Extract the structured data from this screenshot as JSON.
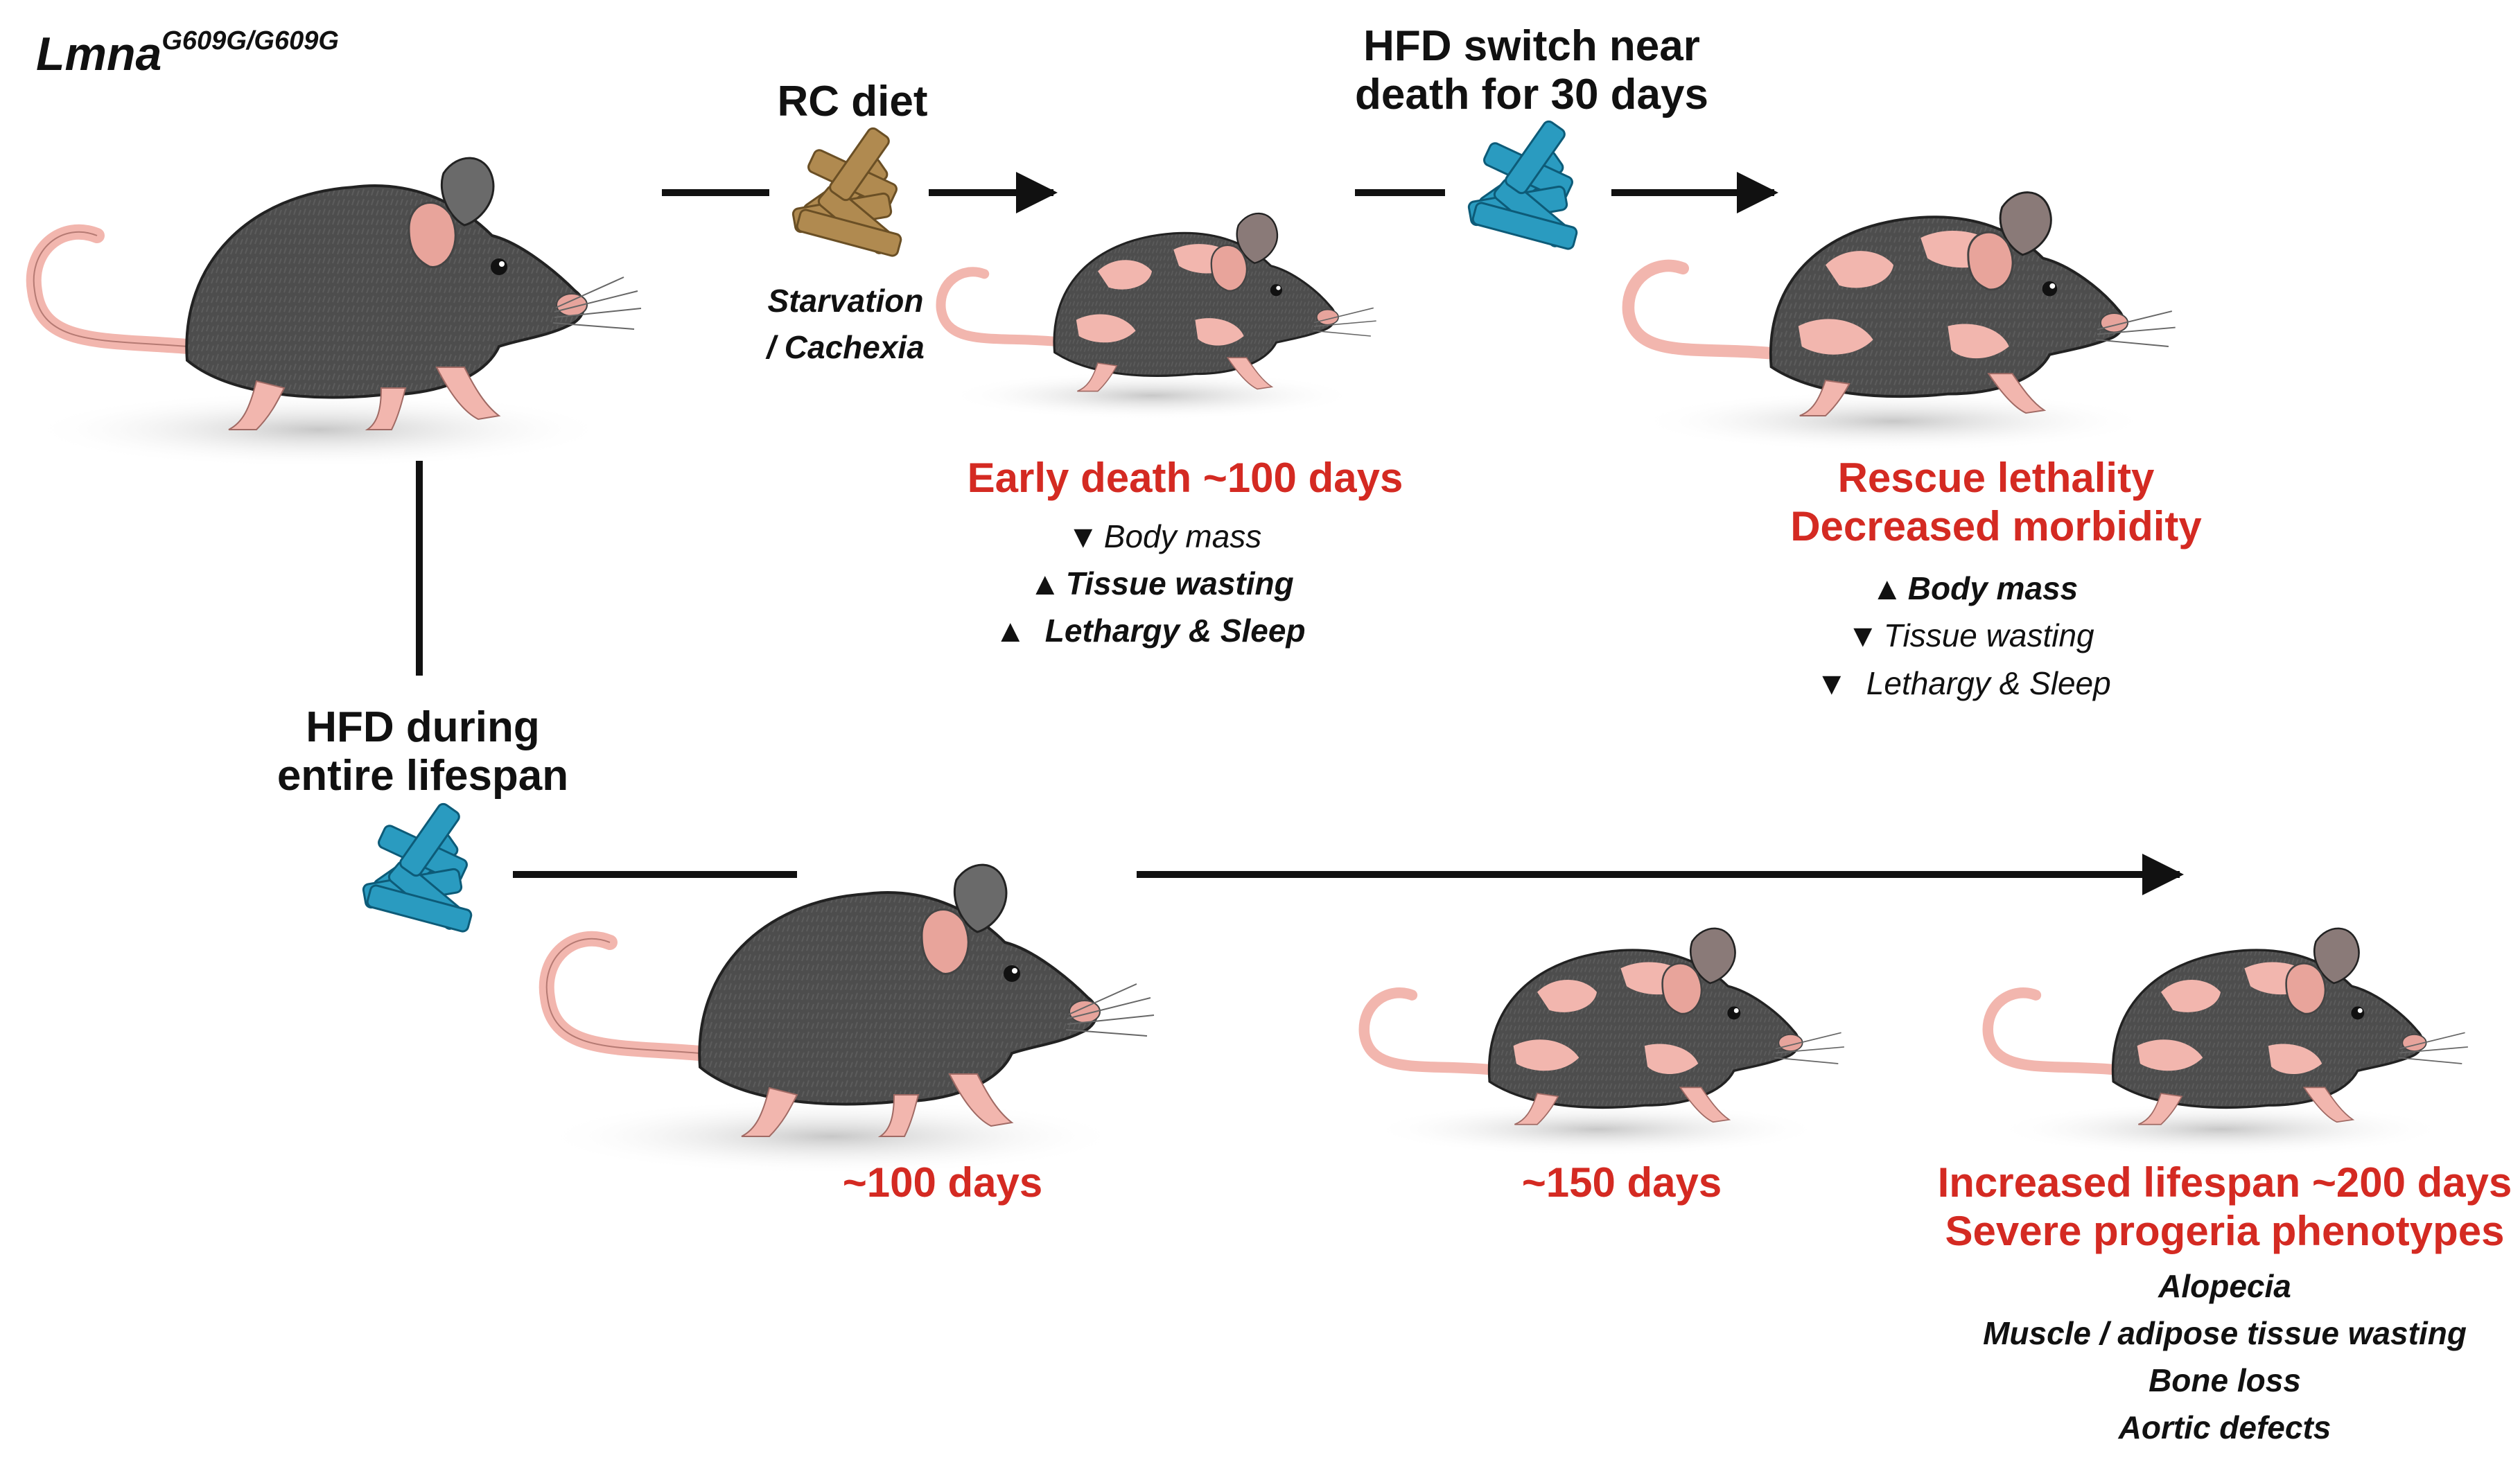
{
  "genotype": {
    "gene": "Lmna",
    "allele": "G609G/G609G"
  },
  "rc_branch": {
    "diet_label": "RC diet",
    "effect": [
      "Starvation",
      "/ Cachexia"
    ],
    "outcome": "Early death ~100 days",
    "changes": [
      {
        "direction": "down",
        "text": "Body mass",
        "emphasis": false
      },
      {
        "direction": "up",
        "text": "Tissue wasting",
        "emphasis": true
      },
      {
        "direction": "up",
        "text": "Lethargy & Sleep",
        "emphasis": true
      }
    ]
  },
  "hfd_switch_branch": {
    "diet_label": [
      "HFD switch near",
      "death for 30 days"
    ],
    "outcome": [
      "Rescue lethality",
      "Decreased morbidity"
    ],
    "changes": [
      {
        "direction": "up",
        "text": "Body mass",
        "emphasis": true
      },
      {
        "direction": "down",
        "text": "Tissue wasting",
        "emphasis": false
      },
      {
        "direction": "down",
        "text": "Lethargy & Sleep",
        "emphasis": false
      }
    ]
  },
  "hfd_lifespan_branch": {
    "diet_label": [
      "HFD during",
      "entire lifespan"
    ],
    "timepoints": [
      "~100 days",
      "~150 days"
    ],
    "outcome": [
      "Increased lifespan ~200 days",
      "Severe progeria phenotypes"
    ],
    "phenotypes": [
      "Alopecia",
      "Muscle / adipose tissue wasting",
      "Bone loss",
      "Aortic defects"
    ]
  },
  "colors": {
    "outcome_red": "#d42a22",
    "fur": "#4a4a4a",
    "skin_pink": "#f2b6ae",
    "rc_chow": "#b08a50",
    "hfd_chow": "#2a9bc0",
    "arrow": "#111111"
  },
  "icons": {
    "up": "▲",
    "down": "▼",
    "mouse": "mouse-illustration",
    "chow": "chow-pellet-pile"
  }
}
